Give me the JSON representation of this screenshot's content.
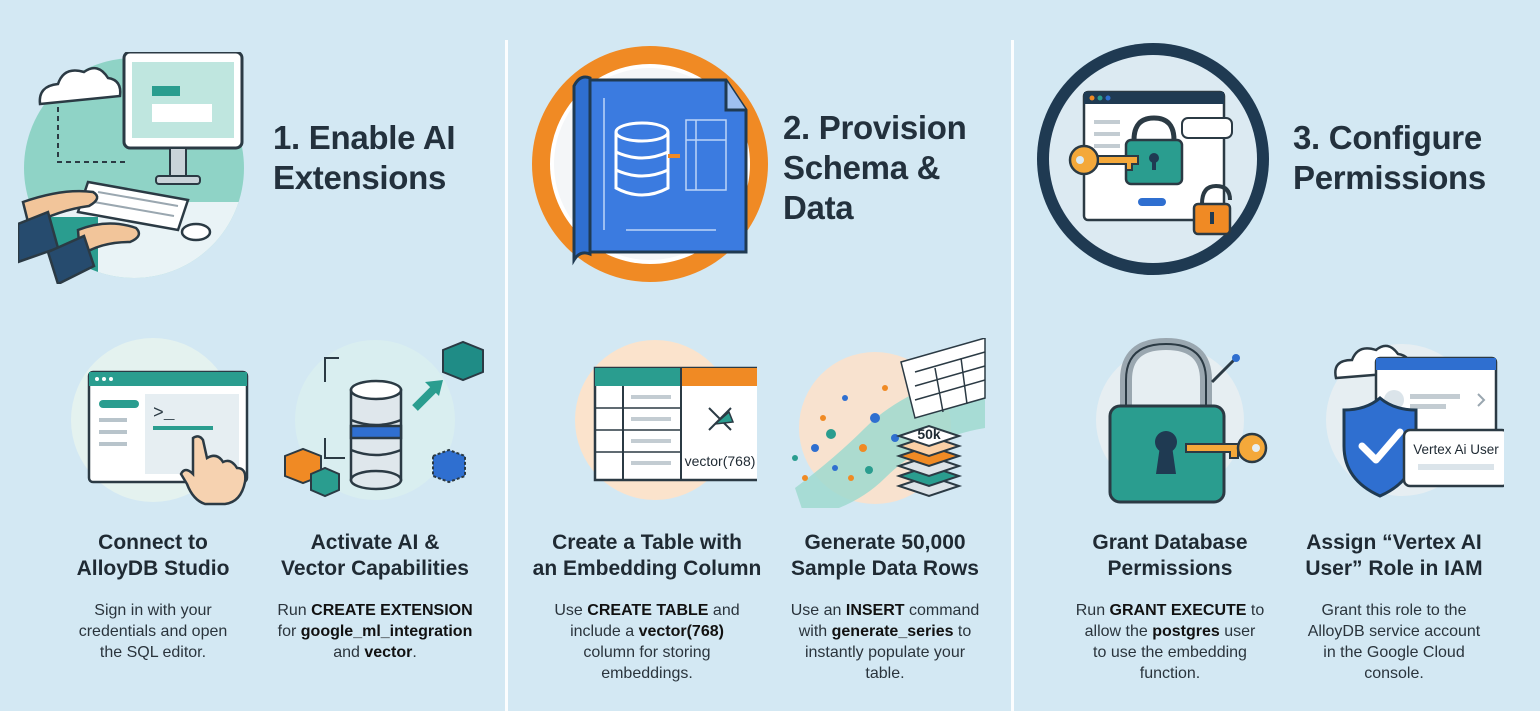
{
  "steps": [
    {
      "title_line1": "1. Enable AI",
      "title_line2": "Extensions",
      "title_line3": "",
      "subs": [
        {
          "title_line1": "Connect to",
          "title_line2": "AlloyDB Studio",
          "desc": [
            [
              {
                "t": "Sign in with your",
                "b": false
              }
            ],
            [
              {
                "t": "credentials and open",
                "b": false
              }
            ],
            [
              {
                "t": "the SQL editor.",
                "b": false
              }
            ]
          ]
        },
        {
          "title_line1": "Activate AI &",
          "title_line2": "Vector Capabilities",
          "desc": [
            [
              {
                "t": "Run ",
                "b": false
              },
              {
                "t": "CREATE EXTENSION",
                "b": true
              }
            ],
            [
              {
                "t": "for ",
                "b": false
              },
              {
                "t": "google_ml_integration",
                "b": true
              }
            ],
            [
              {
                "t": "and ",
                "b": false
              },
              {
                "t": "vector",
                "b": true
              },
              {
                "t": ".",
                "b": false
              }
            ]
          ]
        }
      ]
    },
    {
      "title_line1": "2. Provision",
      "title_line2": "Schema &",
      "title_line3": "Data",
      "subs": [
        {
          "title_line1": "Create a Table with",
          "title_line2": "an Embedding Column",
          "desc": [
            [
              {
                "t": "Use ",
                "b": false
              },
              {
                "t": "CREATE TABLE",
                "b": true
              },
              {
                "t": " and",
                "b": false
              }
            ],
            [
              {
                "t": "include a ",
                "b": false
              },
              {
                "t": "vector(768)",
                "b": true
              }
            ],
            [
              {
                "t": "column for storing",
                "b": false
              }
            ],
            [
              {
                "t": "embeddings.",
                "b": false
              }
            ]
          ]
        },
        {
          "title_line1": "Generate 50,000",
          "title_line2": "Sample Data Rows",
          "desc": [
            [
              {
                "t": "Use an ",
                "b": false
              },
              {
                "t": "INSERT",
                "b": true
              },
              {
                "t": " command",
                "b": false
              }
            ],
            [
              {
                "t": "with ",
                "b": false
              },
              {
                "t": "generate_series",
                "b": true
              },
              {
                "t": " to",
                "b": false
              }
            ],
            [
              {
                "t": "instantly populate your",
                "b": false
              }
            ],
            [
              {
                "t": "table.",
                "b": false
              }
            ]
          ]
        }
      ]
    },
    {
      "title_line1": "3. Configure",
      "title_line2": "Permissions",
      "title_line3": "",
      "subs": [
        {
          "title_line1": "Grant Database",
          "title_line2": "Permissions",
          "desc": [
            [
              {
                "t": "Run ",
                "b": false
              },
              {
                "t": "GRANT EXECUTE",
                "b": true
              },
              {
                "t": " to",
                "b": false
              }
            ],
            [
              {
                "t": "allow the ",
                "b": false
              },
              {
                "t": "postgres",
                "b": true
              },
              {
                "t": " user",
                "b": false
              }
            ],
            [
              {
                "t": "to use the embedding",
                "b": false
              }
            ],
            [
              {
                "t": "function.",
                "b": false
              }
            ]
          ]
        },
        {
          "title_line1": "Assign “Vertex AI",
          "title_line2": "User” Role in IAM",
          "desc": [
            [
              {
                "t": "Grant this role to the",
                "b": false
              }
            ],
            [
              {
                "t": "AlloyDB service account",
                "b": false
              }
            ],
            [
              {
                "t": "in the Google Cloud",
                "b": false
              }
            ],
            [
              {
                "t": "console.",
                "b": false
              }
            ]
          ]
        }
      ]
    }
  ],
  "illustration_text": {
    "vector_label": "vector(768)",
    "rows_badge": "50k",
    "role_label": "Vertex Ai User"
  },
  "colors": {
    "background": "#d3e8f3",
    "teal": "#2a9d8f",
    "orange": "#f08a24",
    "blue": "#2f6fd0",
    "navy": "#1f3a52"
  },
  "icons": [
    "computer-with-cloud-icon",
    "blueprint-database-icon",
    "key-and-locks-icon",
    "sql-editor-window-icon",
    "database-extensions-icon",
    "table-vector-column-icon",
    "data-rows-stream-icon",
    "padlock-key-icon",
    "shield-checkmark-icon"
  ]
}
